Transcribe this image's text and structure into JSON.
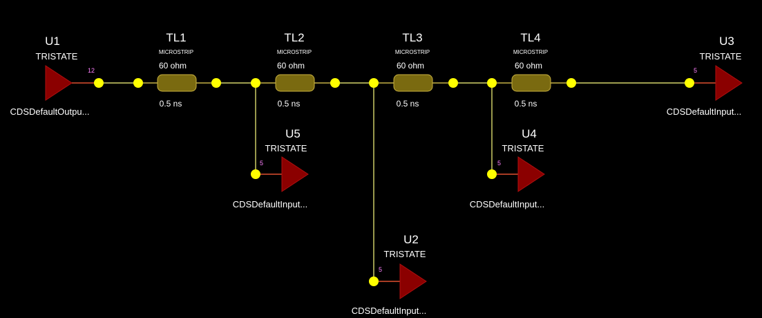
{
  "colors": {
    "background": "#000000",
    "wire": "#ffff80",
    "node": "#ffff00",
    "buffer": "#8b0000",
    "transmission_line": "#7a6a10",
    "pin_label": "#ff80ff"
  },
  "buffers": {
    "u1": {
      "ref": "U1",
      "model": "TRISTATE",
      "instance": "CDSDefaultOutpu...",
      "pin": "12"
    },
    "u3": {
      "ref": "U3",
      "model": "TRISTATE",
      "instance": "CDSDefaultInput...",
      "pin": "5"
    },
    "u5": {
      "ref": "U5",
      "model": "TRISTATE",
      "instance": "CDSDefaultInput...",
      "pin": "5"
    },
    "u4": {
      "ref": "U4",
      "model": "TRISTATE",
      "instance": "CDSDefaultInput...",
      "pin": "5"
    },
    "u2": {
      "ref": "U2",
      "model": "TRISTATE",
      "instance": "CDSDefaultInput...",
      "pin": "5"
    }
  },
  "tlines": {
    "tl1": {
      "ref": "TL1",
      "type": "MICROSTRIP",
      "impedance": "60 ohm",
      "delay": "0.5 ns"
    },
    "tl2": {
      "ref": "TL2",
      "type": "MICROSTRIP",
      "impedance": "60 ohm",
      "delay": "0.5 ns"
    },
    "tl3": {
      "ref": "TL3",
      "type": "MICROSTRIP",
      "impedance": "60 ohm",
      "delay": "0.5 ns"
    },
    "tl4": {
      "ref": "TL4",
      "type": "MICROSTRIP",
      "impedance": "60 ohm",
      "delay": "0.5 ns"
    }
  }
}
